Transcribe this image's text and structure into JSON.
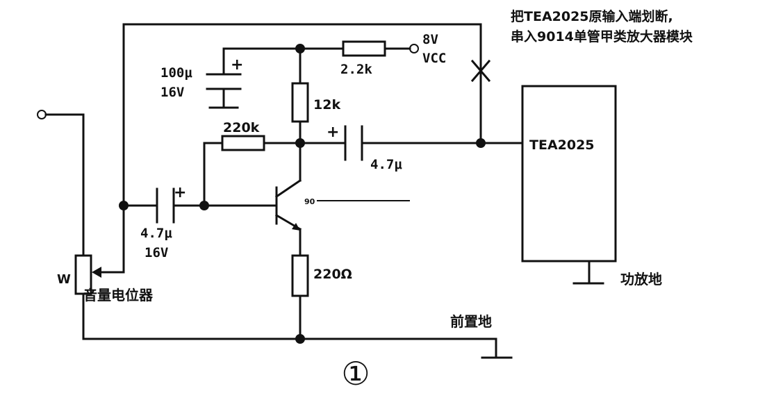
{
  "note": {
    "line1": "把TEA2025原输入端划断,",
    "line2": "串入9014单管甲类放大器模块"
  },
  "supply": {
    "voltage": "8V",
    "name": "VCC"
  },
  "components": {
    "cap_supply": {
      "value": "100μ",
      "voltage": "16V"
    },
    "r_supply": "2.2k",
    "r_collector": "12k",
    "r_feedback": "220k",
    "cap_output": "4.7μ",
    "cap_input": {
      "value": "4.7μ",
      "voltage": "16V"
    },
    "transistor": "90",
    "r_emitter": "220Ω",
    "pot": {
      "name": "W",
      "label": "音量电位器"
    },
    "ic": "TEA2025"
  },
  "grounds": {
    "amp": "功放地",
    "pre": "前置地"
  },
  "plus_sign": "+",
  "figure_number": "①"
}
